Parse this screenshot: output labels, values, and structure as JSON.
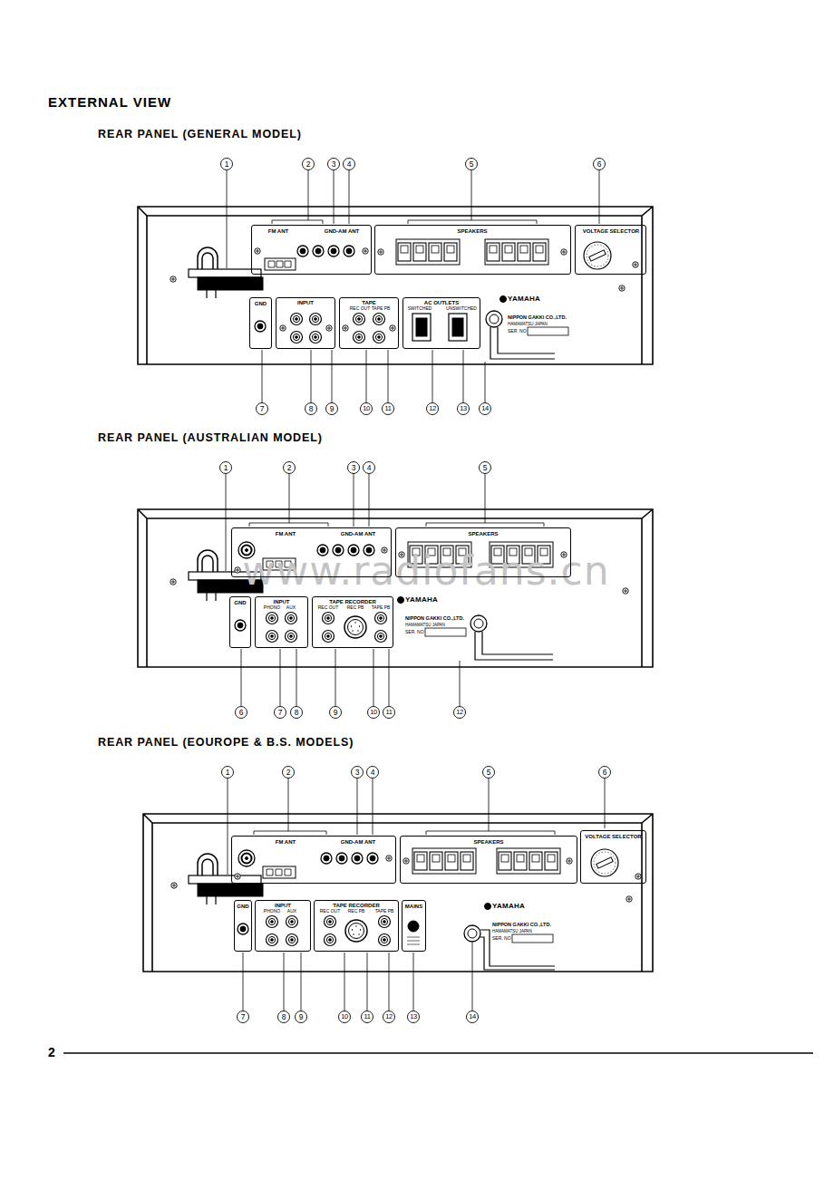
{
  "diagram": {
    "title": "EXTERNAL VIEW",
    "nodes": [
      {
        "text": [
          "FM ANT",
          "GND-AM ANT"
        ]
      },
      {
        "text": [
          "SPEAKERS"
        ]
      },
      {
        "text": [
          "VOLTAGE SELECTOR"
        ]
      },
      {
        "text": [
          "GND"
        ]
      },
      {
        "text": [
          "INPUT"
        ]
      },
      {
        "text": [
          "TAPE",
          "REC OUT",
          "TAPE PB"
        ]
      },
      {
        "text": [
          "AC OUTLETS",
          "SWITCHED",
          "UNSWITCHED"
        ]
      },
      {
        "text": [
          "FM ANT",
          "GND-AM ANT"
        ]
      },
      {
        "text": [
          "SPEAKERS"
        ]
      },
      {
        "text": [
          "GND"
        ]
      },
      {
        "text": [
          "INPUT",
          "PHONO",
          "AUX"
        ]
      },
      {
        "text": [
          "TAPE RECORDER",
          "REC OUT",
          "REC PB",
          "TAPE PB"
        ]
      },
      {
        "text": [
          "FM ANT",
          "GND-AM ANT"
        ]
      },
      {
        "text": [
          "SPEAKERS"
        ]
      },
      {
        "text": [
          "VOLTAGE SELECTOR"
        ]
      },
      {
        "text": [
          "GND"
        ]
      },
      {
        "text": [
          "INPUT",
          "PHONO",
          "AUX"
        ]
      },
      {
        "text": [
          "TAPE RECORDER",
          "REC OUT",
          "REC PB",
          "TAPE PB"
        ]
      },
      {
        "text": [
          "MAINS"
        ]
      }
    ],
    "labels": [
      "REAR PANEL (GENERAL MODEL)",
      "REAR PANEL (AUSTRALIAN MODEL)",
      "REAR PANEL (EOUROPE & B.S. MODELS)",
      "1",
      "2",
      "3",
      "4",
      "5",
      "6",
      "7",
      "8",
      "9",
      "10",
      "11",
      "12",
      "13",
      "14",
      "1",
      "2",
      "3",
      "4",
      "5",
      "6",
      "7",
      "8",
      "9",
      "10",
      "11",
      "12",
      "1",
      "2",
      "3",
      "4",
      "5",
      "6",
      "7",
      "8",
      "9",
      "10",
      "11",
      "12",
      "13",
      "14",
      "YAMAHA",
      "NIPPON GAKKI CO.,LTD.",
      "HAMAMATSU JAPAN",
      "SER. NO",
      "YAMAHA",
      "NIPPON GAKKI CO.,LTD.",
      "HAMAMATSU JAPAN",
      "SER. NO",
      "YAMAHA",
      "NIPPON GAKKI CO.,LTD.",
      "HAMAMATSU JAPAN",
      "SER. NO",
      "2",
      "www.radiofans.cn"
    ]
  }
}
